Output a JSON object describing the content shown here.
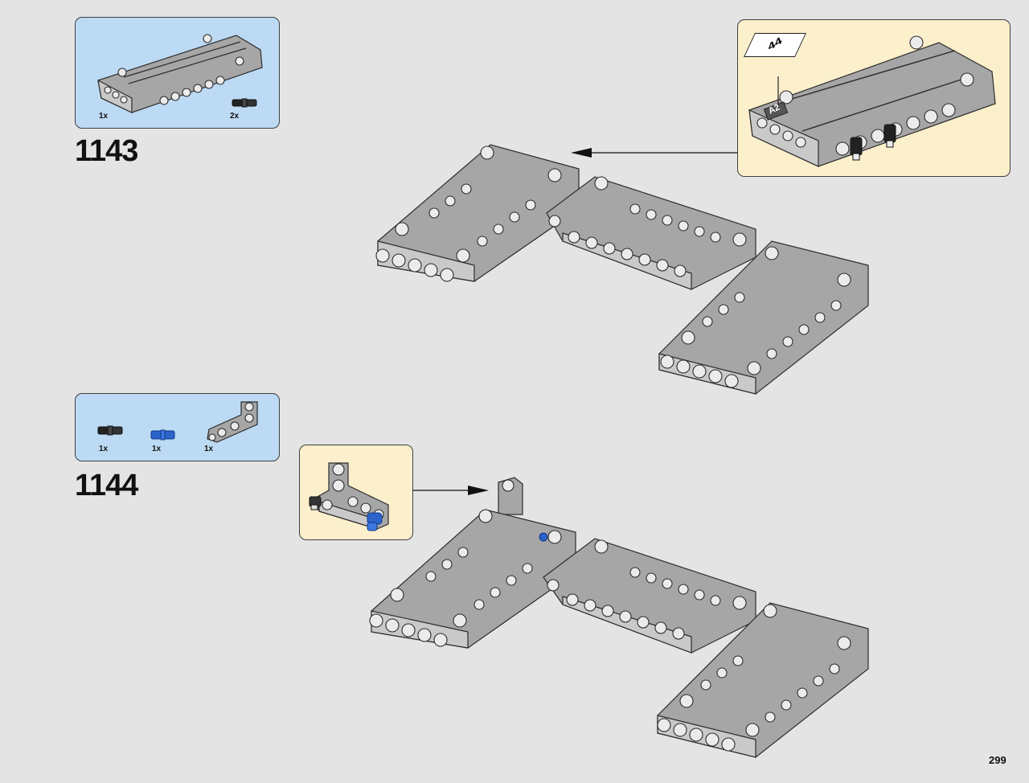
{
  "steps": [
    {
      "number": "1143",
      "parts": [
        {
          "icon": "panel-icon",
          "qty": "1x"
        },
        {
          "icon": "black-axle-pin-icon",
          "qty": "2x"
        }
      ]
    },
    {
      "number": "1144",
      "parts": [
        {
          "icon": "black-axle-pin-icon",
          "qty": "1x"
        },
        {
          "icon": "blue-axle-pin-icon",
          "qty": "1x"
        },
        {
          "icon": "angled-beam-icon",
          "qty": "1x"
        }
      ]
    }
  ],
  "callout_1143": {
    "sticker_label": "44",
    "panel_label": "A2"
  },
  "page_number": "299",
  "colors": {
    "background": "#e4e4e4",
    "parts_box": "#bcdaf4",
    "callout_box": "#fcefcb",
    "part_gray": "#a6a6a6",
    "pin_blue": "#2b63c9",
    "pin_black": "#222222"
  }
}
